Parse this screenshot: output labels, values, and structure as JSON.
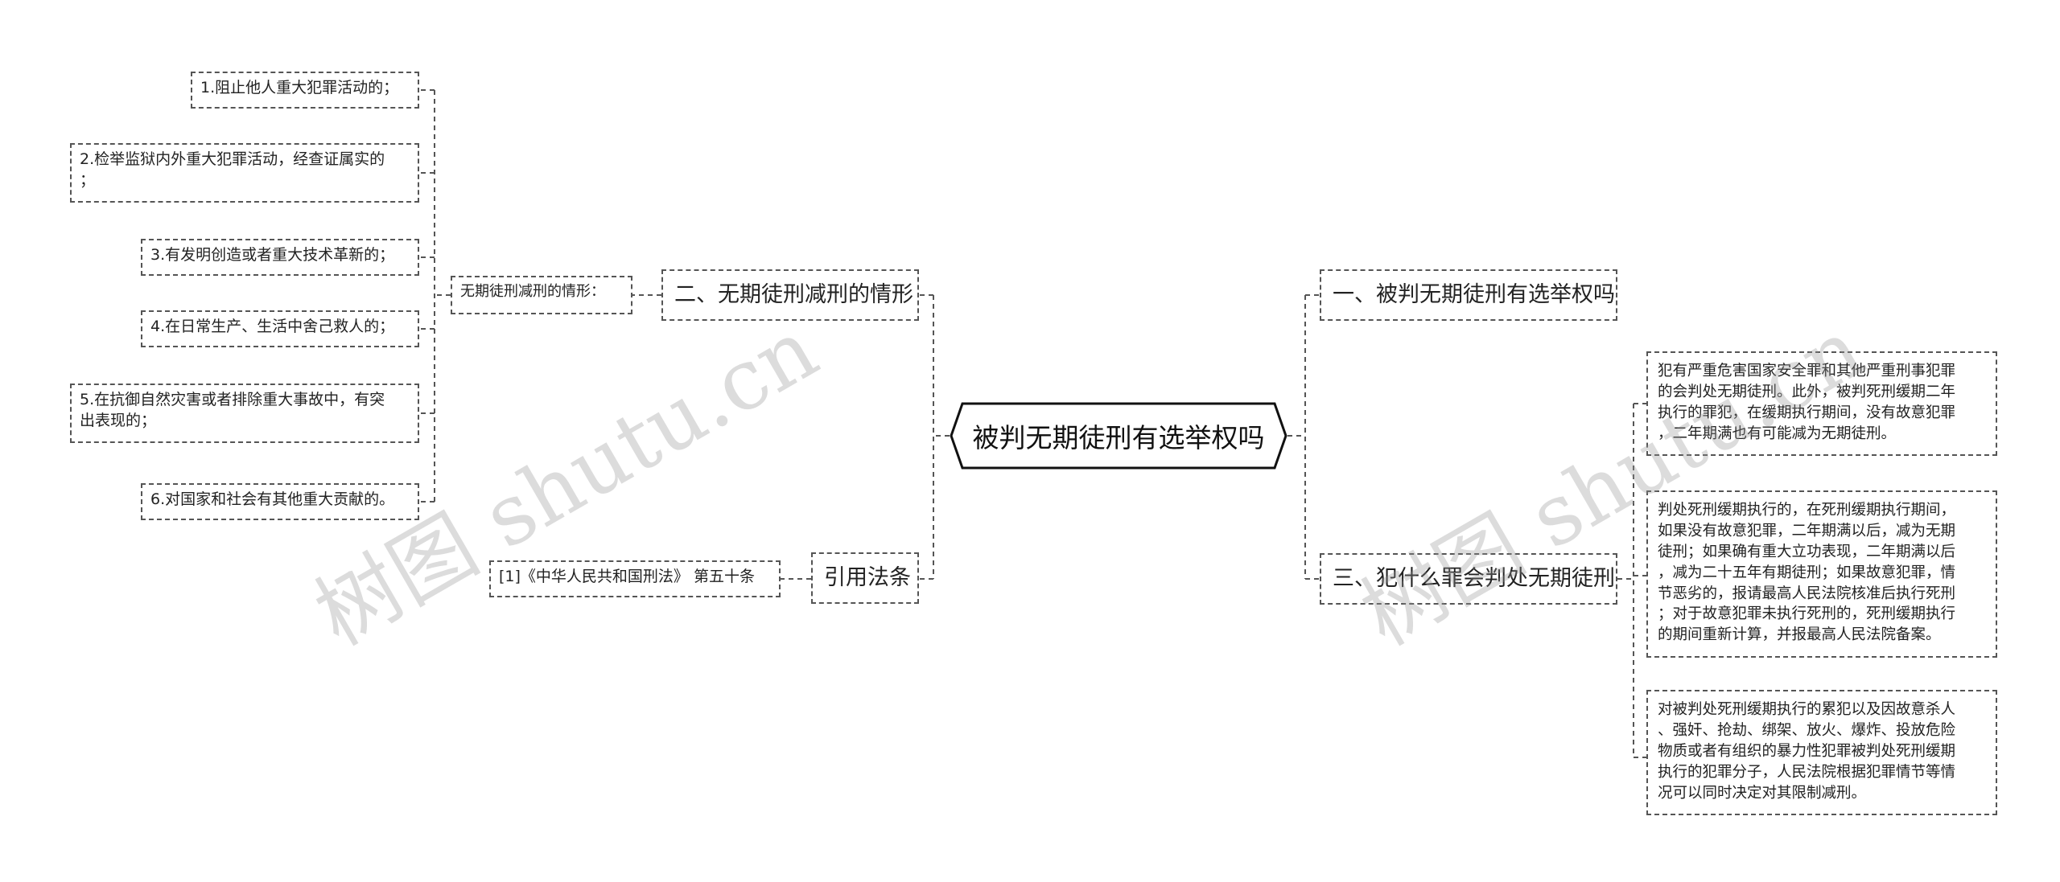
{
  "watermark": "树图 shutu.cn",
  "root": "被判无期徒刑有选举权吗",
  "left": {
    "branch_reduction": "二、无期徒刑减刑的情形",
    "reduction_label": "无期徒刑减刑的情形：",
    "reduction_items": [
      "1.阻止他人重大犯罪活动的；",
      "2.检举监狱内外重大犯罪活动，经查证属实的\n；",
      "3.有发明创造或者重大技术革新的；",
      "4.在日常生产、生活中舍己救人的；",
      "5.在抗御自然灾害或者排除重大事故中，有突\n出表现的；",
      "6.对国家和社会有其他重大贡献的。"
    ],
    "branch_citation": "引用法条",
    "citation": "[1]《中华人民共和国刑法》 第五十条"
  },
  "right": {
    "branch_vote": "一、被判无期徒刑有选举权吗",
    "branch_crime": "三、犯什么罪会判处无期徒刑",
    "crime_paragraphs": [
      "犯有严重危害国家安全罪和其他严重刑事犯罪\n的会判处无期徒刑。此外，被判死刑缓期二年\n执行的罪犯，在缓期执行期间，没有故意犯罪\n，二年期满也有可能减为无期徒刑。",
      "判处死刑缓期执行的，在死刑缓期执行期间，\n如果没有故意犯罪，二年期满以后，减为无期\n徒刑；如果确有重大立功表现，二年期满以后\n，减为二十五年有期徒刑；如果故意犯罪，情\n节恶劣的，报请最高人民法院核准后执行死刑\n；对于故意犯罪未执行死刑的，死刑缓期执行\n的期间重新计算，并报最高人民法院备案。",
      "对被判处死刑缓期执行的累犯以及因故意杀人\n、强奸、抢劫、绑架、放火、爆炸、投放危险\n物质或者有组织的暴力性犯罪被判处死刑缓期\n执行的犯罪分子，人民法院根据犯罪情节等情\n况可以同时决定对其限制减刑。"
    ]
  }
}
